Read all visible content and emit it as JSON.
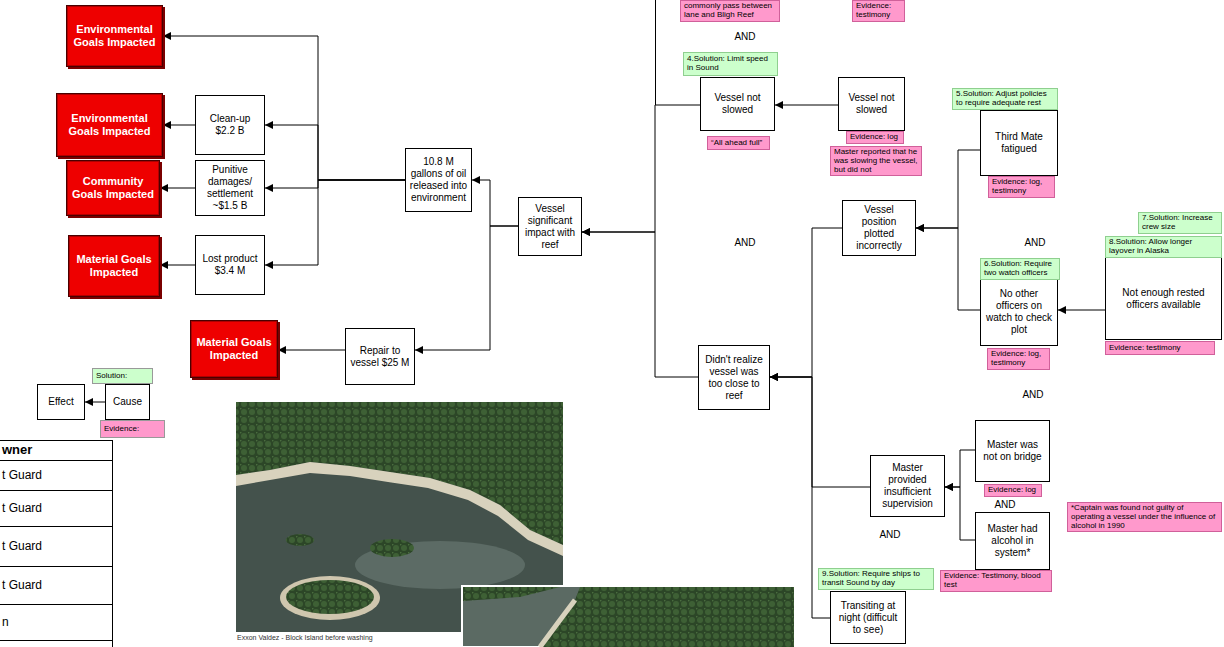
{
  "diagram": {
    "nodes": [
      {
        "text": [
          "Environmental Goals Impacted"
        ]
      },
      {
        "text": [
          "Environmental Goals Impacted"
        ]
      },
      {
        "text": [
          "Community Goals Impacted"
        ]
      },
      {
        "text": [
          "Material Goals Impacted"
        ]
      },
      {
        "text": [
          "Material Goals Impacted"
        ]
      },
      {
        "text": [
          "Clean-up $2.2 B"
        ]
      },
      {
        "text": [
          "Punitive damages/ settlement ~$1.5 B"
        ]
      },
      {
        "text": [
          "Lost product $3.4 M"
        ]
      },
      {
        "text": [
          "Repair to vessel $25 M"
        ]
      },
      {
        "text": [
          "10.8 M gallons of oil released into environment"
        ]
      },
      {
        "text": [
          "Vessel significant impact with reef"
        ]
      },
      {
        "text": [
          "Effect"
        ]
      },
      {
        "text": [
          "Cause"
        ]
      },
      {
        "text": [
          "commonly pass between lane and Bligh Reef"
        ]
      },
      {
        "text": [
          "Evidence: testimony"
        ]
      },
      {
        "text": [
          "4.Solution: Limit speed in Sound"
        ]
      },
      {
        "text": [
          "Vessel not slowed"
        ]
      },
      {
        "text": [
          "“All ahead full”"
        ]
      },
      {
        "text": [
          "Vessel not slowed"
        ]
      },
      {
        "text": [
          "Evidence: log"
        ]
      },
      {
        "text": [
          "Master reported that he was slowing the vessel, but did not"
        ]
      },
      {
        "text": [
          "5.Solution: Adjust policies to require adequate rest"
        ]
      },
      {
        "text": [
          "Third Mate fatigued"
        ]
      },
      {
        "text": [
          "Evidence: log, testimony"
        ]
      },
      {
        "text": [
          "Vessel position plotted incorrectly"
        ]
      },
      {
        "text": [
          "7.Solution: Increase crew size"
        ]
      },
      {
        "text": [
          "8.Solution: Allow longer layover in Alaska"
        ]
      },
      {
        "text": [
          "6.Solution: Require two watch officers"
        ]
      },
      {
        "text": [
          "No other officers on watch to check plot"
        ]
      },
      {
        "text": [
          "Evidence: log, testimony"
        ]
      },
      {
        "text": [
          "Not enough rested officers available"
        ]
      },
      {
        "text": [
          "Evidence: testimony"
        ]
      },
      {
        "text": [
          "Didn't realize vessel was too close to reef"
        ]
      },
      {
        "text": [
          "Master was not on bridge"
        ]
      },
      {
        "text": [
          "Evidence: log"
        ]
      },
      {
        "text": [
          "Master provided insufficient supervision"
        ]
      },
      {
        "text": [
          "*Captain was found not guilty of operating a vessel under the influence of alcohol in 1990"
        ]
      },
      {
        "text": [
          "Master had alcohol in system*"
        ]
      },
      {
        "text": [
          "Evidence: Testimony, blood test"
        ]
      },
      {
        "text": [
          "9.Solution: Require ships to transit Sound by day"
        ]
      },
      {
        "text": [
          "Transiting at night (difficult to see)"
        ]
      }
    ],
    "edges": [
      {
        "from": 9,
        "to": 0,
        "arrow": "to"
      },
      {
        "from": 9,
        "to": 5,
        "arrow": "to"
      },
      {
        "from": 9,
        "to": 6,
        "arrow": "to"
      },
      {
        "from": 9,
        "to": 7,
        "arrow": "to"
      },
      {
        "from": 5,
        "to": 1,
        "arrow": "to"
      },
      {
        "from": 6,
        "to": 2,
        "arrow": "to"
      },
      {
        "from": 7,
        "to": 3,
        "arrow": "to"
      },
      {
        "from": 8,
        "to": 4,
        "arrow": "to"
      },
      {
        "from": 10,
        "to": 9,
        "arrow": "to"
      },
      {
        "from": 10,
        "to": 8,
        "arrow": "to"
      },
      {
        "from": 16,
        "to": 10,
        "arrow": "to"
      },
      {
        "from": 32,
        "to": 10,
        "arrow": "to"
      },
      {
        "from": 18,
        "to": 16,
        "arrow": "to"
      },
      {
        "from": 24,
        "to": 32,
        "arrow": "to"
      },
      {
        "from": 35,
        "to": 32,
        "arrow": "to"
      },
      {
        "from": 40,
        "to": 32,
        "arrow": "to"
      },
      {
        "from": 22,
        "to": 24,
        "arrow": "to"
      },
      {
        "from": 28,
        "to": 24,
        "arrow": "to"
      },
      {
        "from": 30,
        "to": 28,
        "arrow": "to"
      },
      {
        "from": 33,
        "to": 35,
        "arrow": "to"
      },
      {
        "from": 37,
        "to": 35,
        "arrow": "to"
      },
      {
        "from": 12,
        "to": 11,
        "arrow": "to"
      }
    ],
    "labels": [
      "AND",
      "AND",
      "AND",
      "AND",
      "AND",
      "AND",
      "wner",
      "t Guard",
      "t Guard",
      "t Guard",
      "t Guard",
      "n",
      "Exxon Valdez - Block Island before washing"
    ],
    "legend": [
      {
        "text": "Solution:",
        "color": "#ccffcc"
      },
      {
        "text": "Evidence:",
        "color": "#ff99cc"
      }
    ]
  }
}
